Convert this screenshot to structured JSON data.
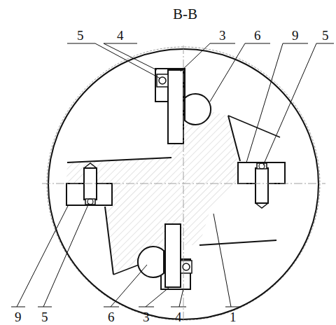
{
  "diagram": {
    "title": "B-B",
    "labels": [
      "5",
      "4",
      "3",
      "6",
      "9",
      "5",
      "9",
      "5",
      "6",
      "3",
      "4",
      "1"
    ]
  }
}
